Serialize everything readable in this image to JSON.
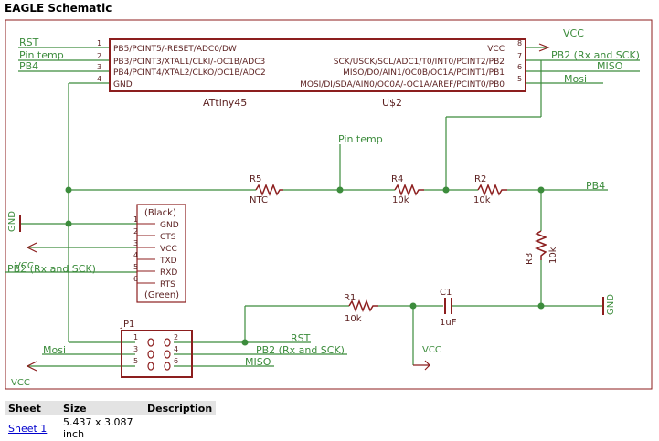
{
  "app": {
    "title": "EAGLE Schematic"
  },
  "colors": {
    "wire": "#3c8c3c",
    "part": "#8c1e1e",
    "pin_text": "#5a1e1e",
    "net_label": "#3c8c3c",
    "border": "#8c1e1e"
  },
  "schematic": {
    "mcu": {
      "name": "ATtiny45",
      "ref": "U$2",
      "pins_left": [
        {
          "num": "1",
          "name": "PB5/PCINT5/-RESET/ADC0/DW"
        },
        {
          "num": "2",
          "name": "PB3/PCINT3/XTAL1/CLKI/-OC1B/ADC3"
        },
        {
          "num": "3",
          "name": "PB4/PCINT4/XTAL2/CLKO/OC1B/ADC2"
        },
        {
          "num": "4",
          "name": "GND"
        }
      ],
      "pins_right": [
        {
          "num": "8",
          "name": "VCC"
        },
        {
          "num": "7",
          "name": "SCK/USCK/SCL/ADC1/T0/INT0/PCINT2/PB2"
        },
        {
          "num": "6",
          "name": "MISO/DO/AIN1/OC0B/OC1A/PCINT1/PB1"
        },
        {
          "num": "5",
          "name": "MOSI/DI/SDA/AIN0/OC0A/-OC1A/AREF/PCINT0/PB0"
        }
      ]
    },
    "net_labels": {
      "rst_left": "RST",
      "pin_temp_left": "Pin temp",
      "pb4_left": "PB4",
      "vcc_top": "VCC",
      "pb2_top": "PB2 (Rx and SCK)",
      "miso_top": "MISO",
      "mosi_top": "Mosi",
      "pin_temp_mid": "Pin temp",
      "pb4_right": "PB4",
      "gnd_left": "GND",
      "vcc_left": "VCC",
      "pb2_left": "PB2 (Rx and SCK)",
      "gnd_right": "GND",
      "vcc_mid": "VCC",
      "rst_bottom": "RST",
      "pb2_bottom": "PB2 (Rx and SCK)",
      "miso_bottom": "MISO",
      "mosi_bottom": "Mosi",
      "vcc_bottom": "VCC"
    },
    "resistors": {
      "r5": {
        "name": "R5",
        "value": "NTC"
      },
      "r4": {
        "name": "R4",
        "value": "10k"
      },
      "r2": {
        "name": "R2",
        "value": "10k"
      },
      "r3": {
        "name": "R3",
        "value": "10k"
      },
      "r1": {
        "name": "R1",
        "value": "10k"
      }
    },
    "capacitor": {
      "name": "C1",
      "value": "1uF"
    },
    "ftdi": {
      "top_label": "(Black)",
      "bottom_label": "(Green)",
      "pins": [
        {
          "num": "1",
          "name": "GND"
        },
        {
          "num": "2",
          "name": "CTS"
        },
        {
          "num": "3",
          "name": "VCC"
        },
        {
          "num": "4",
          "name": "TXD"
        },
        {
          "num": "5",
          "name": "RXD"
        },
        {
          "num": "6",
          "name": "RTS"
        }
      ]
    },
    "isp": {
      "name": "JP1",
      "pins": [
        "1",
        "2",
        "3",
        "4",
        "5",
        "6"
      ]
    }
  },
  "sheets": {
    "headers": [
      "Sheet",
      "Size",
      "Description"
    ],
    "rows": [
      {
        "sheet": "Sheet 1",
        "size": "5.437 x 3.087 inch",
        "description": ""
      }
    ]
  }
}
